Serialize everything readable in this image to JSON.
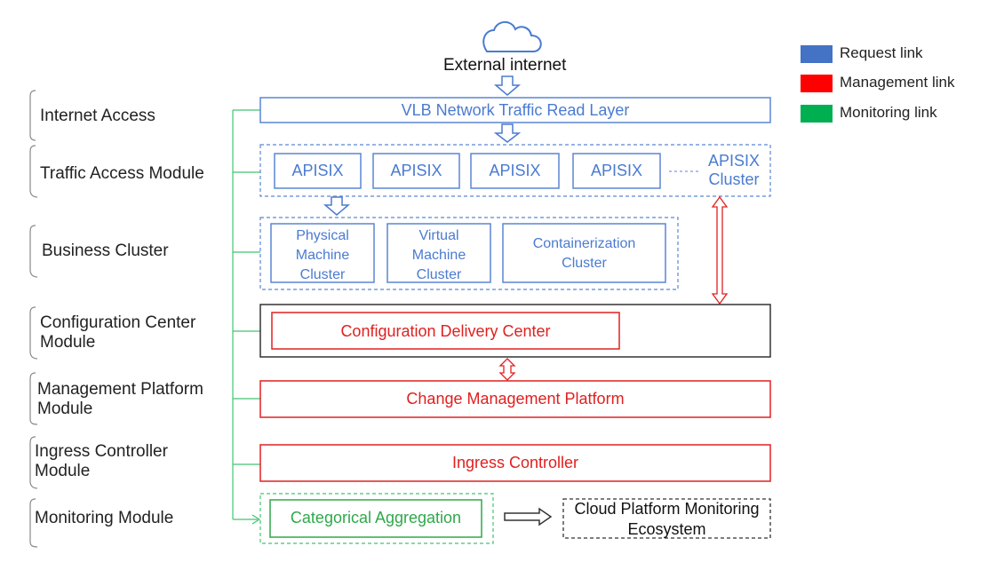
{
  "header": {
    "source": "External internet"
  },
  "legend": [
    {
      "label": "Request link",
      "color": "#4472c4"
    },
    {
      "label": "Management link",
      "color": "#ff0000"
    },
    {
      "label": "Monitoring link",
      "color": "#00b050"
    }
  ],
  "modules": [
    "Internet Access",
    "Traffic Access Module",
    "Business Cluster",
    "Configuration Center Module",
    "Management Platform Module",
    "Ingress Controller Module",
    "Monitoring Module"
  ],
  "vlb": "VLB Network Traffic Read Layer",
  "apisix": {
    "nodes": [
      "APISIX",
      "APISIX",
      "APISIX",
      "APISIX"
    ],
    "cluster": "APISIX Cluster"
  },
  "business": [
    "Physical Machine Cluster",
    "Virtual Machine Cluster",
    "Containerization Cluster"
  ],
  "config_center": "Configuration Delivery Center",
  "change_mgmt": "Change Management Platform",
  "ingress": "Ingress Controller",
  "monitoring": {
    "aggregation": "Categorical Aggregation",
    "ecosystem": "Cloud Platform Monitoring Ecosystem"
  },
  "icons": {
    "cloud": "cloud-icon",
    "arrow": "hollow-arrow-icon"
  }
}
